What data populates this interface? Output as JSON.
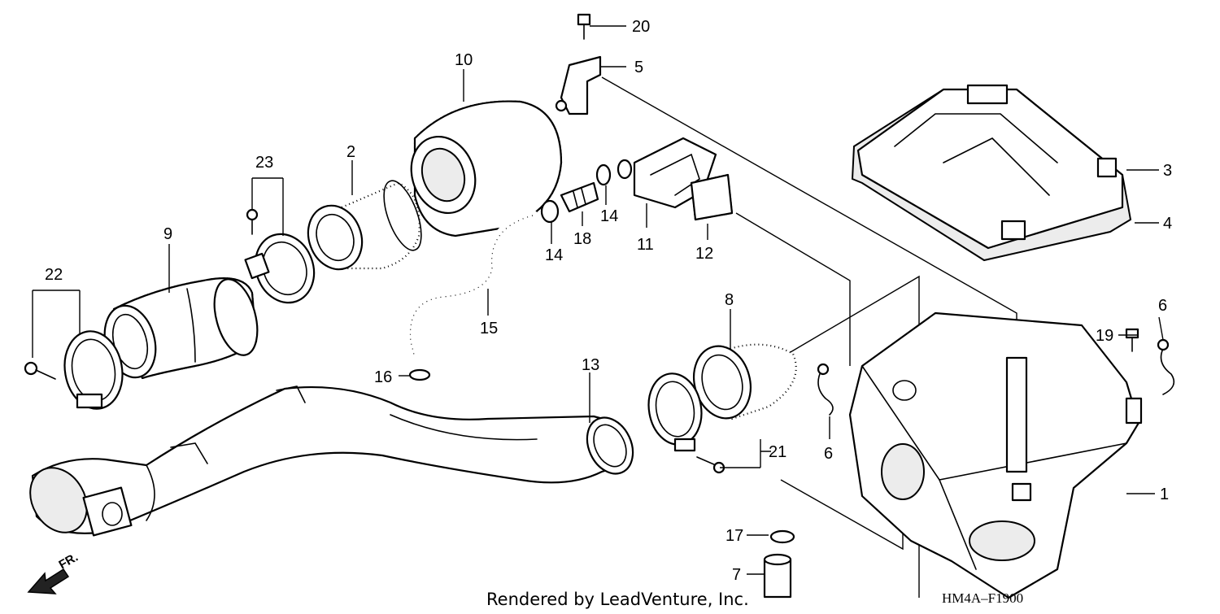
{
  "callouts": [
    "1",
    "2",
    "3",
    "4",
    "5",
    "6",
    "6",
    "7",
    "8",
    "9",
    "10",
    "11",
    "12",
    "13",
    "14",
    "14",
    "15",
    "16",
    "17",
    "18",
    "19",
    "20",
    "21",
    "22",
    "23"
  ],
  "direction_label": "FR.",
  "footer_credit": "Rendered by LeadVenture, Inc.",
  "diagram_code": "HM4A–F1900"
}
